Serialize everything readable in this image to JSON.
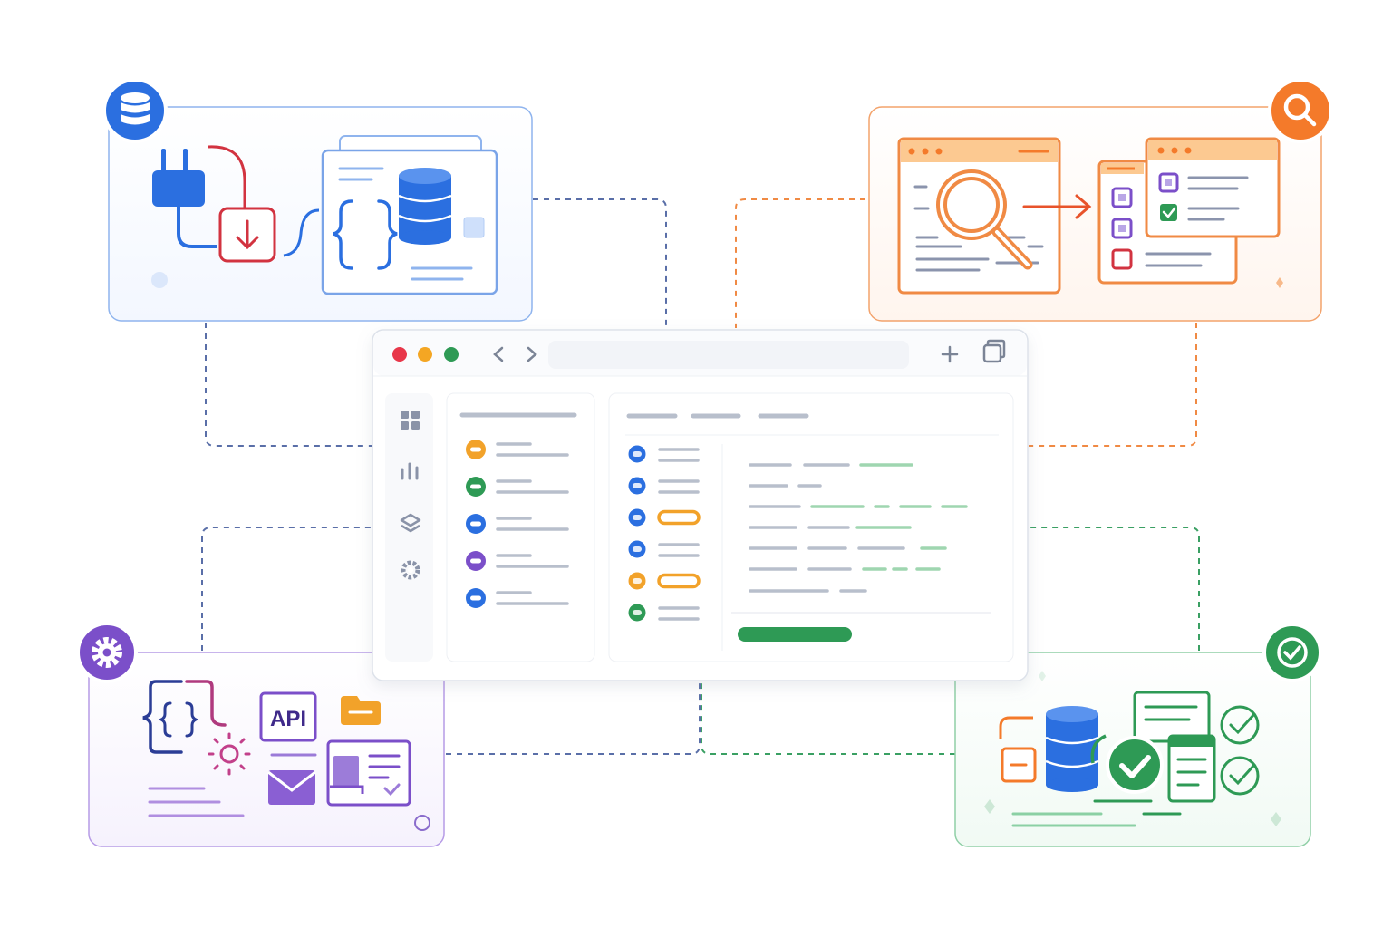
{
  "colors": {
    "blue": "#2b6fe0",
    "orange": "#f47a2a",
    "purple": "#7b4fc9",
    "green": "#2e9a55",
    "red": "#d23340",
    "yellow": "#f2a22a",
    "gray_line": "#b8bfcc",
    "green_line": "#9fd6b0"
  },
  "panels": {
    "data_ingest": {
      "badge_icon": "database-icon"
    },
    "search": {
      "badge_icon": "search-icon"
    },
    "config": {
      "badge_icon": "gear-icon",
      "api_label": "API"
    },
    "validation": {
      "badge_icon": "check-icon"
    }
  },
  "app_window": {
    "window_controls": [
      "close-dot",
      "minimize-dot",
      "maximize-dot"
    ],
    "toolbar_icons": [
      "back-icon",
      "forward-icon",
      "plus-icon",
      "windows-icon"
    ],
    "sidebar_icons": [
      "grid-icon",
      "bar-chart-icon",
      "layers-icon",
      "settings-icon"
    ],
    "list_item_colors": [
      "#f2a22a",
      "#2e9a55",
      "#2b6fe0",
      "#7b4fc9",
      "#2b6fe0"
    ],
    "detail_row_colors": [
      "#2b6fe0",
      "#2b6fe0",
      "#2b6fe0",
      "#2b6fe0",
      "#f2a22a",
      "#2e9a55"
    ],
    "detail_tags": [
      false,
      false,
      true,
      false,
      true,
      false
    ],
    "progress_color": "#2e9a55"
  }
}
